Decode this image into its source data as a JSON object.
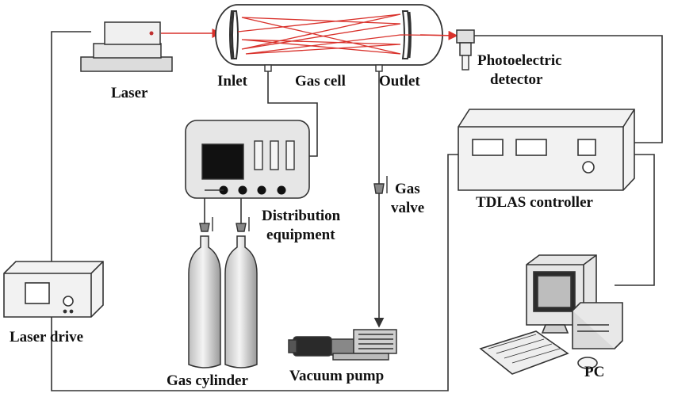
{
  "labels": {
    "inlet": "Inlet",
    "gas_cell": "Gas cell",
    "outlet": "Outlet",
    "laser": "Laser",
    "photo_detector_line1": "Photoelectric",
    "photo_detector_line2": "detector",
    "distribution_line1": "Distribution",
    "distribution_line2": "equipment",
    "gas_valve_line1": "Gas",
    "gas_valve_line2": "valve",
    "tdlas_controller": "TDLAS  controller",
    "laser_drive": "Laser  drive",
    "gas_cylinder": "Gas cylinder",
    "vacuum_pump": "Vacuum pump",
    "pc": "PC"
  },
  "colors": {
    "beam": "#d9312b",
    "line": "#333333",
    "device_fill": "#e6e6e6",
    "screen": "#111111"
  }
}
